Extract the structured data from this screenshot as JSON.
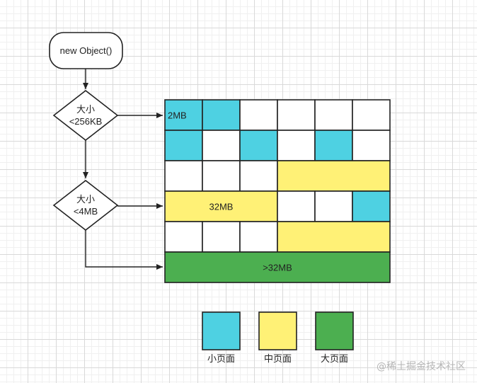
{
  "flow": {
    "start": "new Object()",
    "decision1": {
      "line1": "大小",
      "line2": "<256KB"
    },
    "decision2": {
      "line1": "大小",
      "line2": "<4MB"
    }
  },
  "grid": {
    "rows": [
      [
        {
          "span": 1,
          "kind": "small",
          "label": "2MB"
        },
        {
          "span": 1,
          "kind": "small"
        },
        {
          "span": 1,
          "kind": "empty"
        },
        {
          "span": 1,
          "kind": "empty"
        },
        {
          "span": 1,
          "kind": "empty"
        },
        {
          "span": 1,
          "kind": "empty"
        }
      ],
      [
        {
          "span": 1,
          "kind": "small"
        },
        {
          "span": 1,
          "kind": "empty"
        },
        {
          "span": 1,
          "kind": "small"
        },
        {
          "span": 1,
          "kind": "empty"
        },
        {
          "span": 1,
          "kind": "small"
        },
        {
          "span": 1,
          "kind": "empty"
        }
      ],
      [
        {
          "span": 1,
          "kind": "empty"
        },
        {
          "span": 1,
          "kind": "empty"
        },
        {
          "span": 1,
          "kind": "empty"
        },
        {
          "span": 3,
          "kind": "medium"
        }
      ],
      [
        {
          "span": 3,
          "kind": "medium",
          "label": "32MB"
        },
        {
          "span": 1,
          "kind": "empty"
        },
        {
          "span": 1,
          "kind": "empty"
        },
        {
          "span": 1,
          "kind": "small"
        }
      ],
      [
        {
          "span": 1,
          "kind": "empty"
        },
        {
          "span": 1,
          "kind": "empty"
        },
        {
          "span": 1,
          "kind": "empty"
        },
        {
          "span": 3,
          "kind": "medium"
        }
      ],
      [
        {
          "span": 6,
          "kind": "large",
          "label": ">32MB"
        }
      ]
    ]
  },
  "legend": [
    {
      "kind": "small",
      "label": "小页面"
    },
    {
      "kind": "medium",
      "label": "中页面"
    },
    {
      "kind": "large",
      "label": "大页面"
    }
  ],
  "colors": {
    "small": "#4ed1e2",
    "medium": "#fff176",
    "large": "#4caf50",
    "empty": "#ffffff",
    "stroke": "#222222"
  },
  "watermark": "@稀土掘金技术社区"
}
